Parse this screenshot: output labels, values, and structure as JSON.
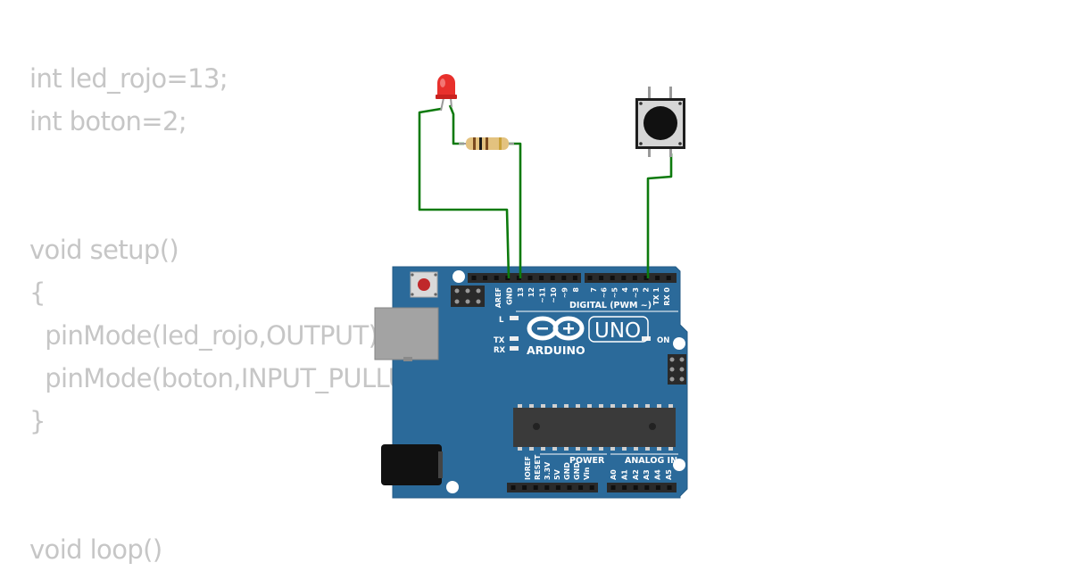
{
  "code_lines": [
    "int led_rojo=13;",
    "int boton=2;",
    "",
    "",
    "void setup()",
    "{",
    "  pinMode(led_rojo,OUTPUT);",
    "  pinMode(boton,INPUT_PULLUP);",
    "}",
    "",
    "",
    "void loop()"
  ],
  "board": {
    "logo_text": "ARDUINO",
    "model": "UNO",
    "digital_header": "DIGITAL (PWM ~)",
    "power_header": "POWER",
    "analog_header": "ANALOG IN",
    "led_l": "L",
    "led_tx": "TX",
    "led_rx": "RX",
    "led_on": "ON",
    "digital_pins": [
      "AREF",
      "GND",
      "13",
      "12",
      "~11",
      "~10",
      "~9",
      "8",
      "7",
      "~6",
      "~5",
      "4",
      "~3",
      "2",
      "TX 1",
      "RX 0"
    ],
    "power_pins": [
      "IOREF",
      "RESET",
      "3.3V",
      "5V",
      "GND",
      "GND",
      "Vin"
    ],
    "analog_pins": [
      "A0",
      "A1",
      "A2",
      "A3",
      "A4",
      "A5"
    ]
  },
  "colors": {
    "board": "#2b6a9a",
    "wire": "#0d7a0d",
    "led": "#e8302c",
    "header": "#2a2a2a",
    "code_text": "#c6c6c6"
  },
  "icons": {
    "led": "red-led-icon",
    "resistor": "resistor-icon",
    "pushbutton": "pushbutton-icon",
    "arduino_logo": "infinity-logo-icon"
  }
}
